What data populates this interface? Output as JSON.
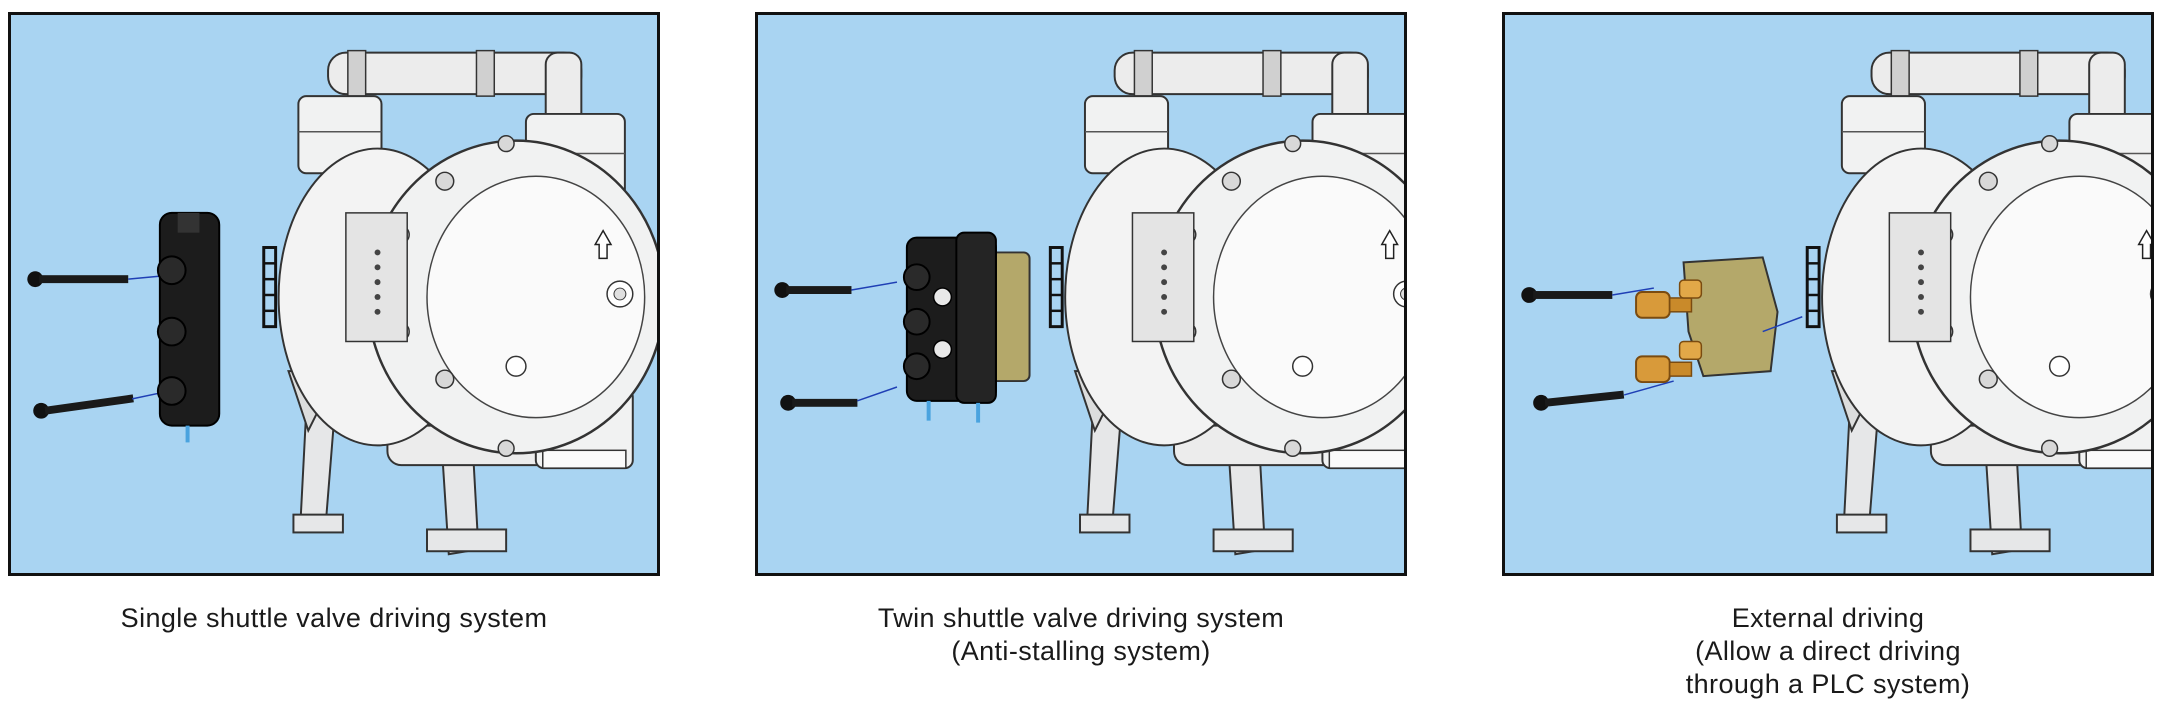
{
  "colors": {
    "panel_background": "#a9d4f2",
    "panel_border": "#111111",
    "pump_body": "#f1f2f2",
    "valve_black": "#1c1c1c",
    "valve_cover_tan": "#b4a86a",
    "brass_fittings": "#d89a3a",
    "connection_lines": "#1f3fb5"
  },
  "panels": [
    {
      "name": "single-shuttle",
      "caption_lines": [
        "Single shuttle valve driving system"
      ]
    },
    {
      "name": "twin-shuttle",
      "caption_lines": [
        "Twin shuttle valve driving system",
        "(Anti-stalling system)"
      ]
    },
    {
      "name": "external-driving",
      "caption_lines": [
        "External driving",
        "(Allow a direct driving",
        "through a PLC system)"
      ]
    }
  ]
}
